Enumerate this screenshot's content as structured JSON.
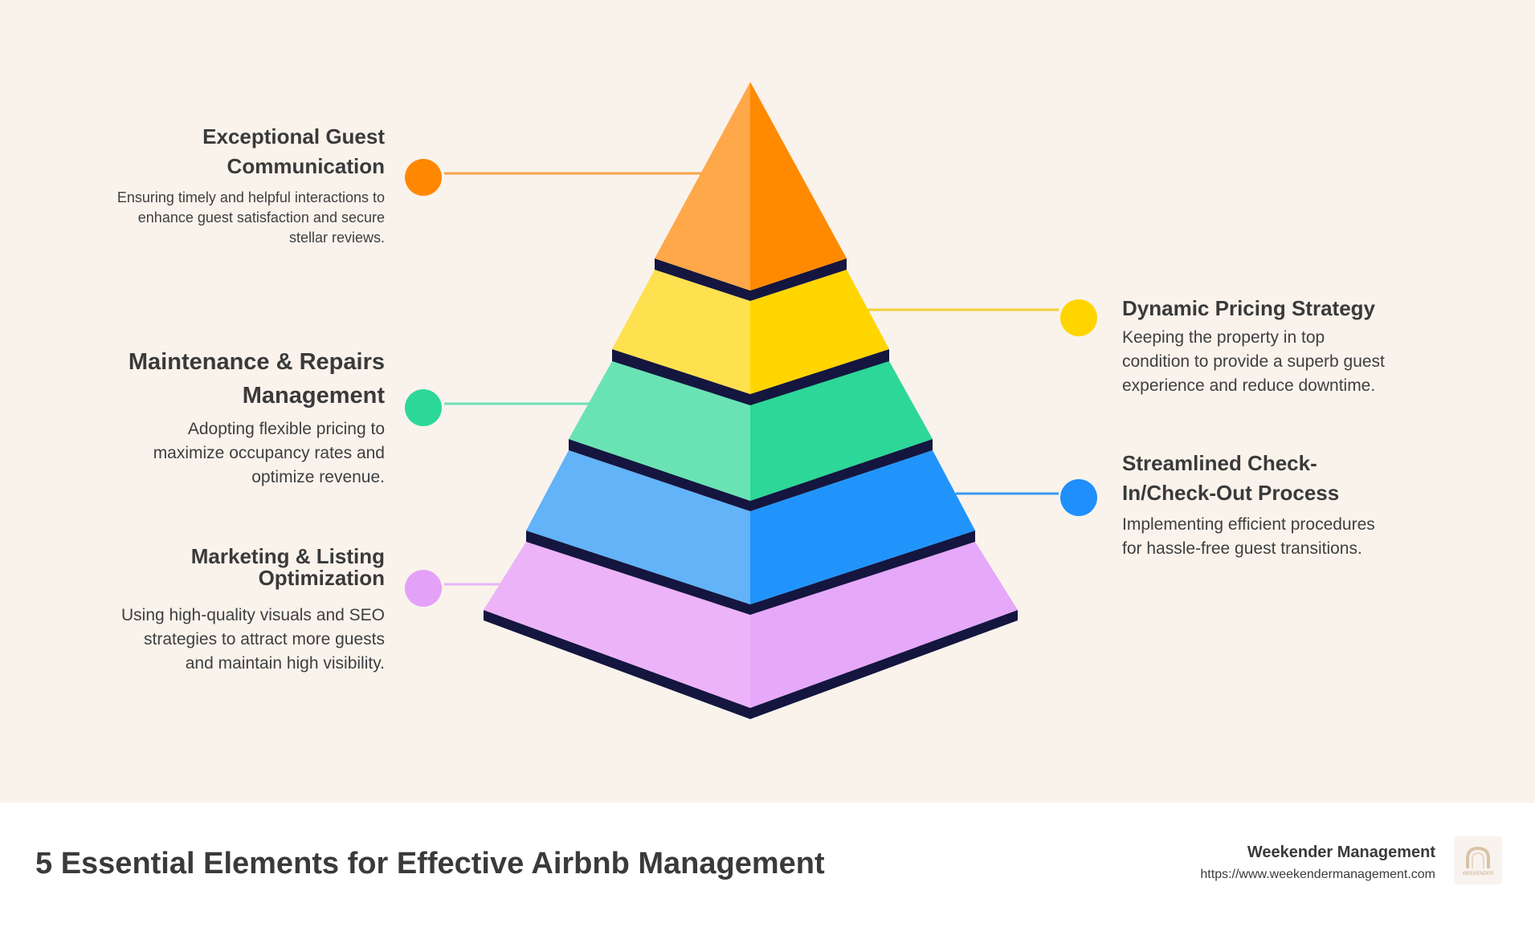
{
  "pyramid": {
    "left": [
      {
        "title": "Exceptional Guest Communication",
        "description": "Ensuring timely and helpful interactions to enhance guest satisfaction and secure stellar reviews.",
        "color": "#ff8800"
      },
      {
        "title": "Maintenance & Repairs Management",
        "description": "Adopting flexible pricing to maximize occupancy rates and optimize revenue.",
        "color": "#2bd897"
      },
      {
        "title": "Marketing & Listing Optimization",
        "description": "Using high-quality visuals and SEO strategies to attract more guests and maintain high visibility.",
        "color": "#e4a1f8"
      }
    ],
    "right": [
      {
        "title": "Dynamic Pricing Strategy",
        "description": "Keeping the property in top condition to provide a superb guest experience and reduce downtime.",
        "color": "#ffd500"
      },
      {
        "title": "Streamlined Check-In/Check-Out Process",
        "description": "Implementing efficient procedures for hassle-free guest transitions.",
        "color": "#1f8ffc"
      }
    ]
  },
  "footer": {
    "title": "5 Essential Elements for Effective Airbnb Management",
    "brand_name": "Weekender Management",
    "brand_url": "https://www.weekendermanagement.com",
    "logo_text": "WEEKENDER"
  }
}
